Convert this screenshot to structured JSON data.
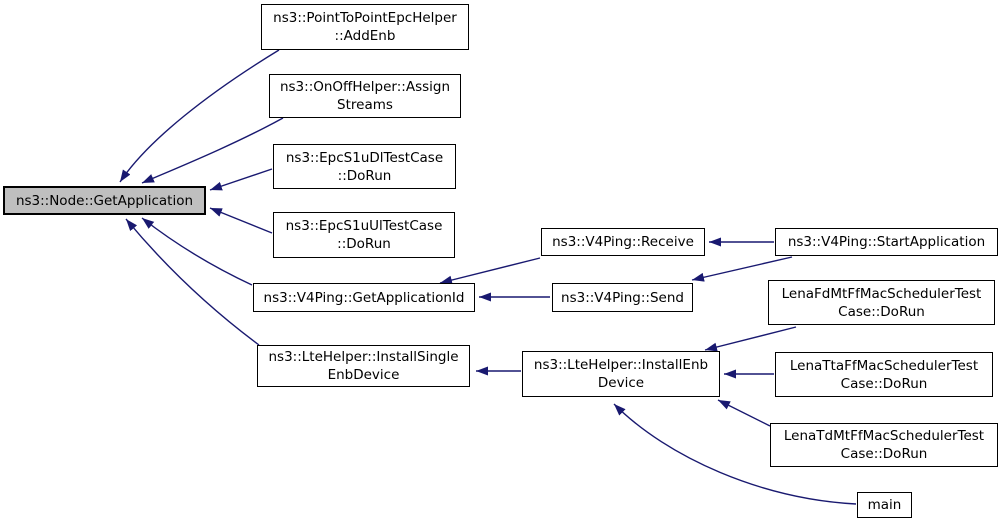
{
  "diagram": {
    "kind": "caller-graph",
    "root_function": "ns3::Node::GetApplication"
  },
  "colors": {
    "background": "#ffffff",
    "edge": "#191970",
    "node_fill": "#ffffff",
    "node_border": "#000000",
    "highlight_fill": "#bfbfbf",
    "text": "#000000"
  },
  "nodes": {
    "get_application": {
      "label": "ns3::Node::GetApplication",
      "lines": [
        "ns3::Node::GetApplication"
      ],
      "highlighted": true
    },
    "add_enb": {
      "label": "ns3::PointToPointEpcHelper::AddEnb",
      "lines": [
        "ns3::PointToPointEpcHelper",
        "::AddEnb"
      ]
    },
    "assign_streams": {
      "label": "ns3::OnOffHelper::AssignStreams",
      "lines": [
        "ns3::OnOffHelper::Assign",
        "Streams"
      ]
    },
    "epc_s1u_dl": {
      "label": "ns3::EpcS1uDlTestCase::DoRun",
      "lines": [
        "ns3::EpcS1uDlTestCase",
        "::DoRun"
      ]
    },
    "epc_s1u_ul": {
      "label": "ns3::EpcS1uUlTestCase::DoRun",
      "lines": [
        "ns3::EpcS1uUlTestCase",
        "::DoRun"
      ]
    },
    "get_application_id": {
      "label": "ns3::V4Ping::GetApplicationId",
      "lines": [
        "ns3::V4Ping::GetApplicationId"
      ]
    },
    "install_single_enb": {
      "label": "ns3::LteHelper::InstallSingleEnbDevice",
      "lines": [
        "ns3::LteHelper::InstallSingle",
        "EnbDevice"
      ]
    },
    "receive": {
      "label": "ns3::V4Ping::Receive",
      "lines": [
        "ns3::V4Ping::Receive"
      ]
    },
    "send": {
      "label": "ns3::V4Ping::Send",
      "lines": [
        "ns3::V4Ping::Send"
      ]
    },
    "start_application": {
      "label": "ns3::V4Ping::StartApplication",
      "lines": [
        "ns3::V4Ping::StartApplication"
      ]
    },
    "install_enb": {
      "label": "ns3::LteHelper::InstallEnbDevice",
      "lines": [
        "ns3::LteHelper::InstallEnb",
        "Device"
      ]
    },
    "lena_fd_mt": {
      "label": "LenaFdMtFfMacSchedulerTestCase::DoRun",
      "lines": [
        "LenaFdMtFfMacSchedulerTest",
        "Case::DoRun"
      ]
    },
    "lena_tta": {
      "label": "LenaTtaFfMacSchedulerTestCase::DoRun",
      "lines": [
        "LenaTtaFfMacSchedulerTest",
        "Case::DoRun"
      ]
    },
    "lena_td_mt": {
      "label": "LenaTdMtFfMacSchedulerTestCase::DoRun",
      "lines": [
        "LenaTdMtFfMacSchedulerTest",
        "Case::DoRun"
      ]
    },
    "main": {
      "label": "main",
      "lines": [
        "main"
      ]
    }
  },
  "edges": [
    {
      "from": "add_enb",
      "to": "get_application"
    },
    {
      "from": "assign_streams",
      "to": "get_application"
    },
    {
      "from": "epc_s1u_dl",
      "to": "get_application"
    },
    {
      "from": "epc_s1u_ul",
      "to": "get_application"
    },
    {
      "from": "get_application_id",
      "to": "get_application"
    },
    {
      "from": "install_single_enb",
      "to": "get_application"
    },
    {
      "from": "receive",
      "to": "get_application_id"
    },
    {
      "from": "send",
      "to": "get_application_id"
    },
    {
      "from": "start_application",
      "to": "receive"
    },
    {
      "from": "start_application",
      "to": "send"
    },
    {
      "from": "install_enb",
      "to": "install_single_enb"
    },
    {
      "from": "lena_fd_mt",
      "to": "install_enb"
    },
    {
      "from": "lena_tta",
      "to": "install_enb"
    },
    {
      "from": "lena_td_mt",
      "to": "install_enb"
    },
    {
      "from": "main",
      "to": "install_enb"
    }
  ]
}
